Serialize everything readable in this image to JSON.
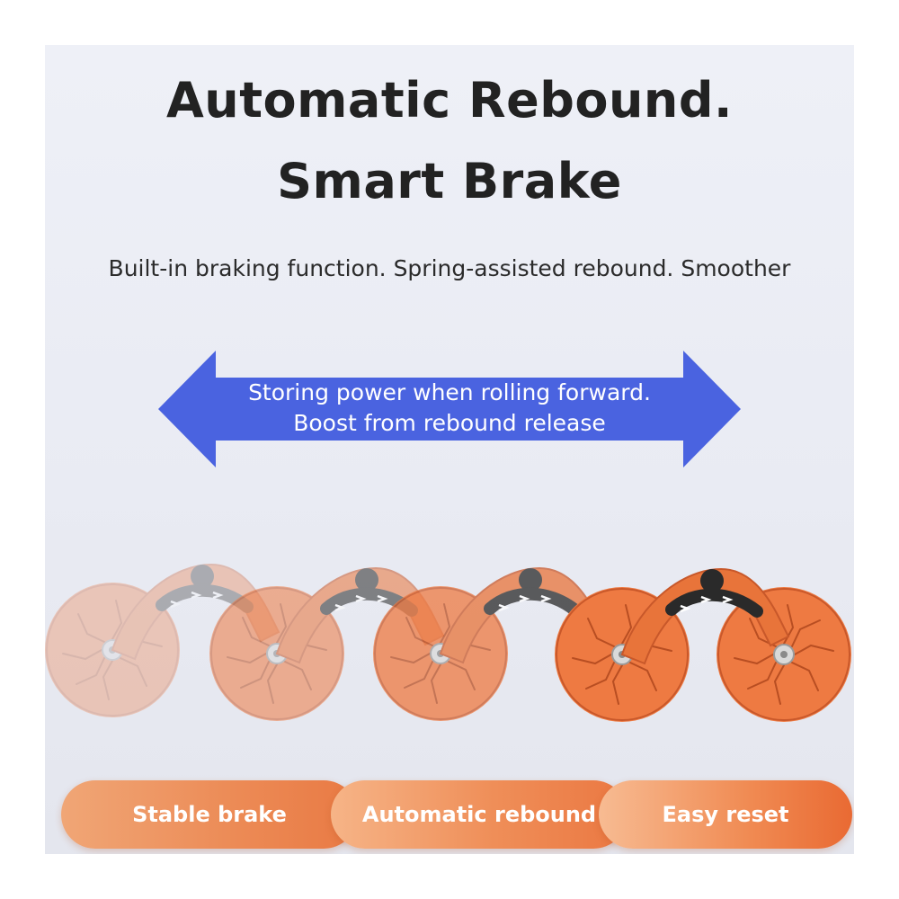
{
  "headline": {
    "line1": "Automatic Rebound.",
    "line2": "Smart Brake"
  },
  "subheadline": "Built-in braking function. Spring-assisted rebound. Smoother",
  "arrow": {
    "line1": "Storing power when rolling forward.",
    "line2": "Boost from rebound release",
    "color": "#4a63e0"
  },
  "features": [
    {
      "label": "Stable brake"
    },
    {
      "label": "Automatic rebound"
    },
    {
      "label": "Easy reset"
    }
  ],
  "colors": {
    "wheel": "#ee7a42",
    "arm": "#e8743a",
    "arrow": "#4a63e0"
  }
}
